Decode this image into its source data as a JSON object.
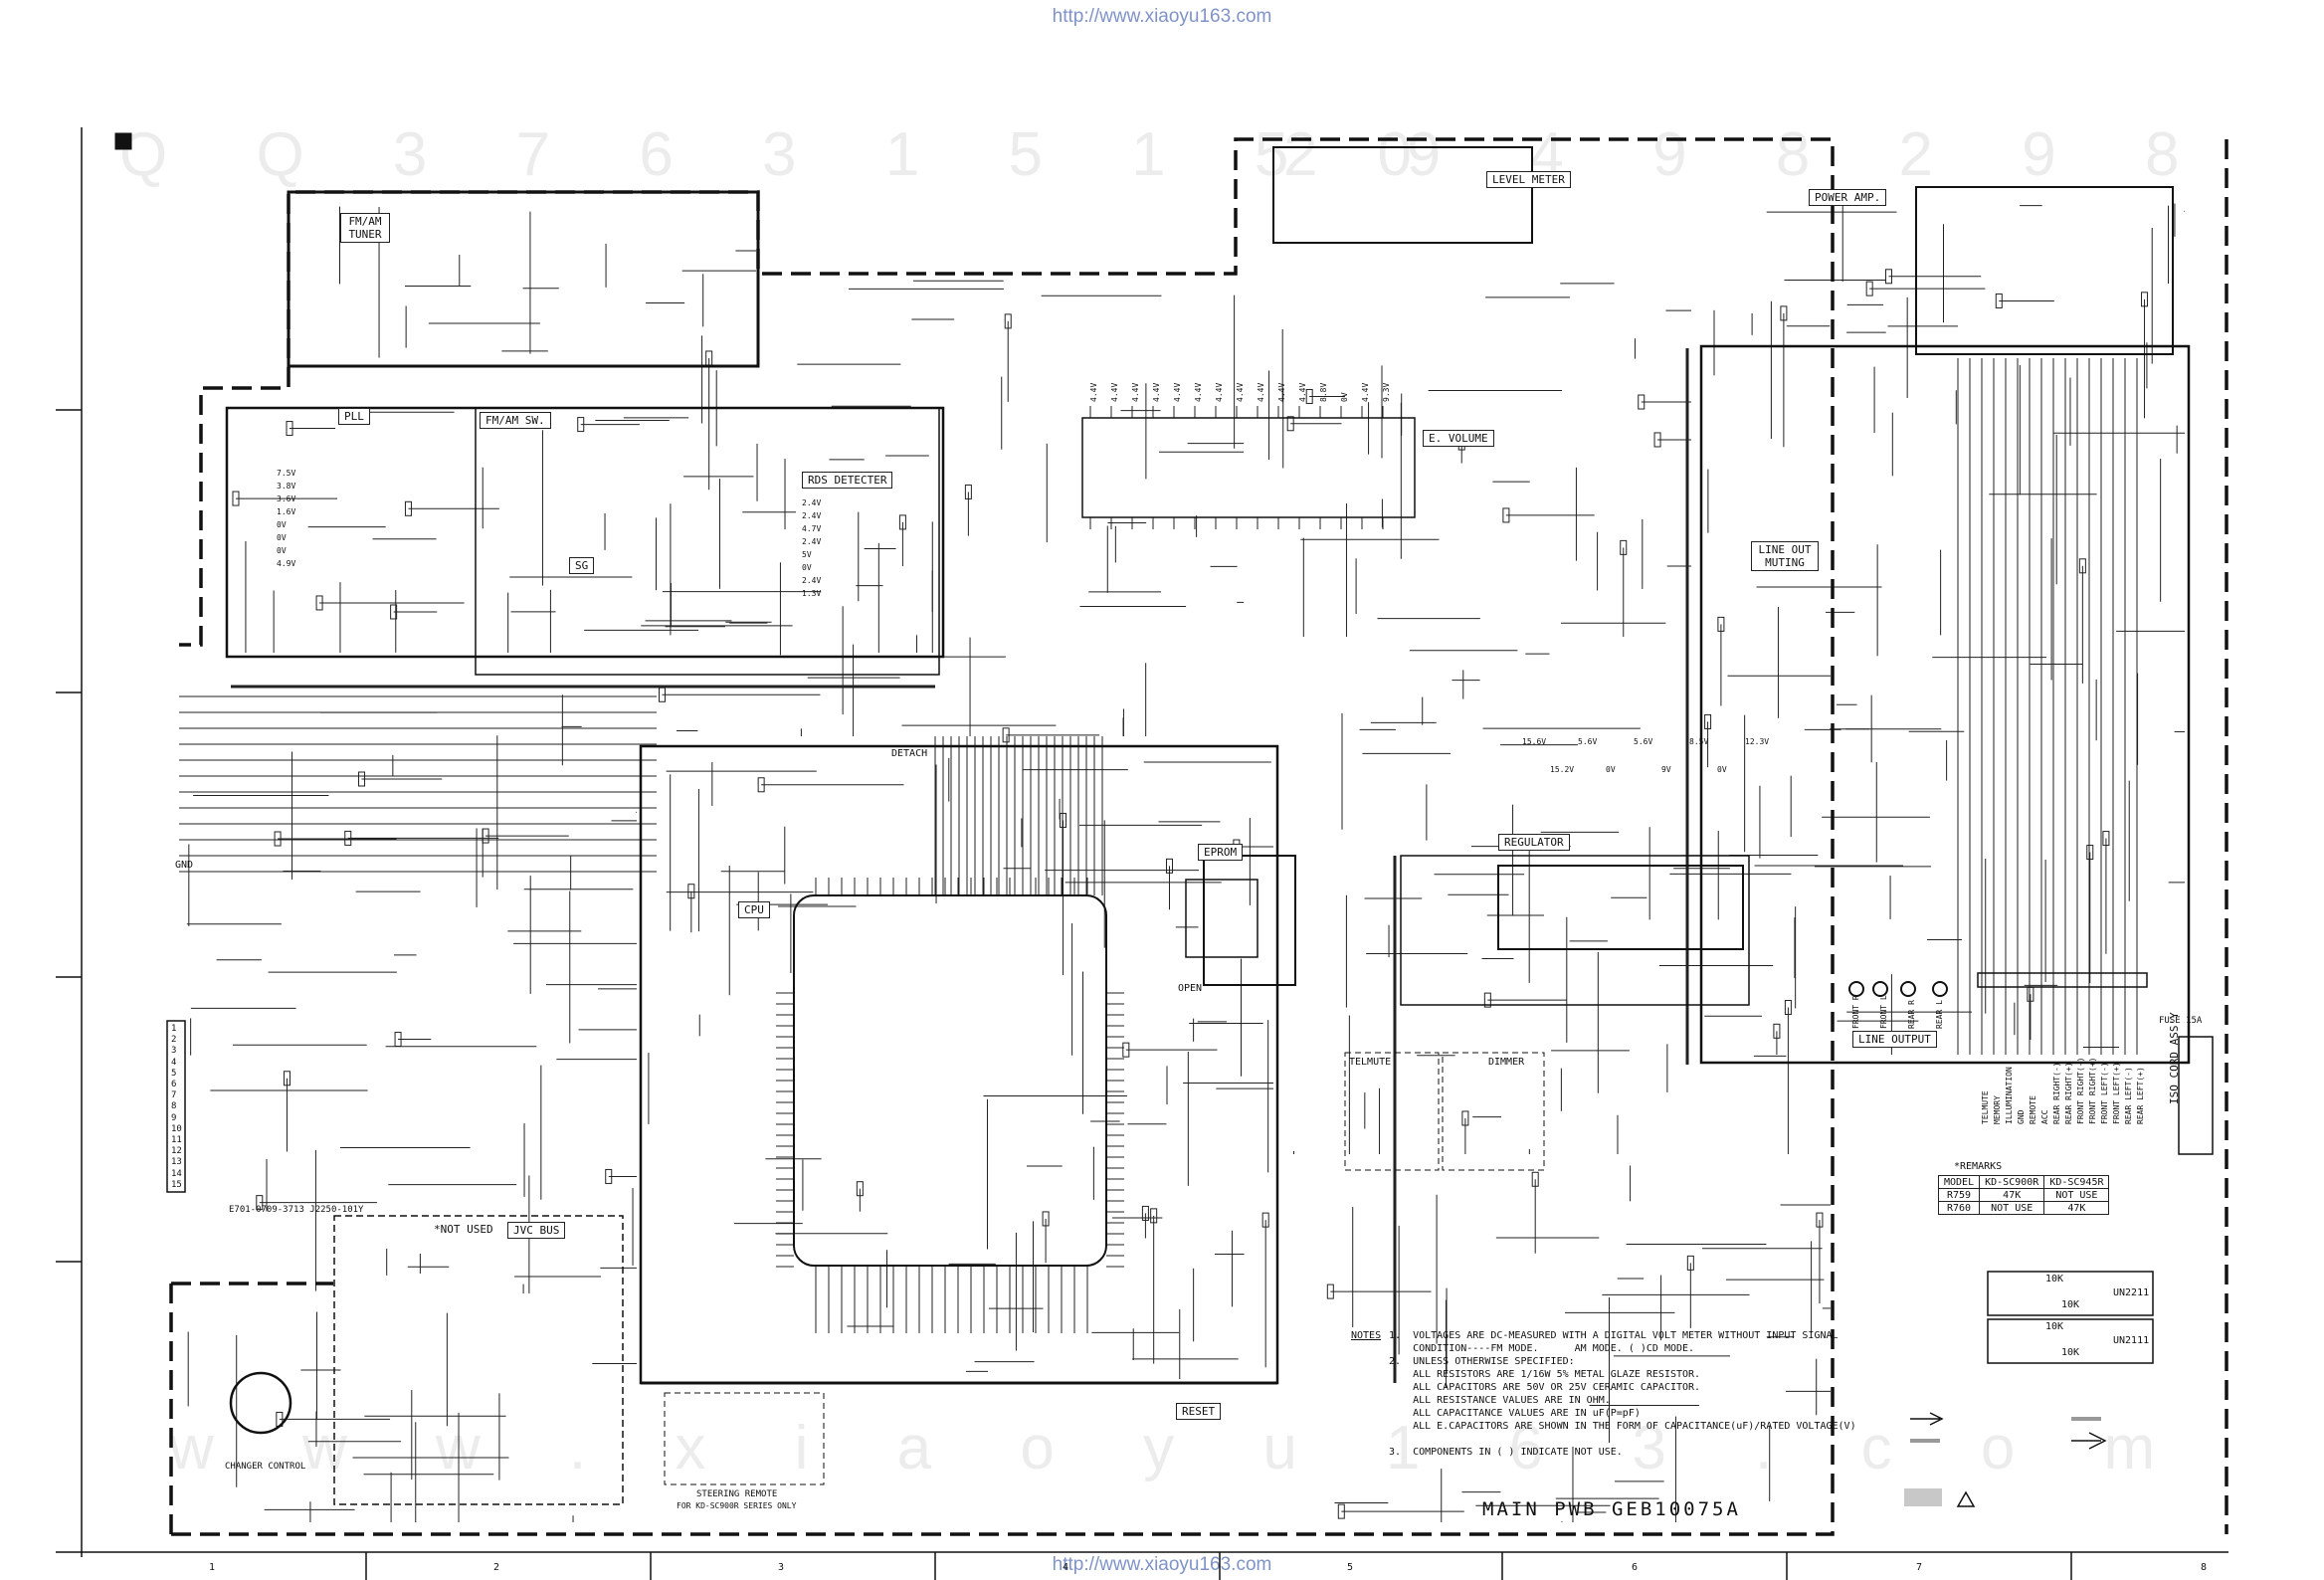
{
  "header": {
    "url_top": "http://www.xiaoyu163.com",
    "url_bottom": "http://www.xiaoyu163.com"
  },
  "watermark": {
    "line1": "Q Q 3 7 6 3 1 5 1 5 0",
    "line2": "2 9 4 9 8 2 9 8",
    "line3": "w w w . x i a o y u 1 6 3 . c o m"
  },
  "blocks": {
    "fm_am_tuner": "FM/AM TUNER",
    "pll": "PLL",
    "fm_am_sw": "FM/AM SW.",
    "sg": "SG",
    "rds_detecter": "RDS DETECTER",
    "level_meter": "LEVEL METER",
    "e_volume": "E. VOLUME",
    "power_amp": "POWER AMP.",
    "line_out_muting": "LINE OUT MUTING",
    "regulator": "REGULATOR",
    "cpu": "CPU",
    "eprom": "EPROM",
    "not_used": "*NOT USED",
    "jvc_bus": "JVC BUS",
    "reset": "RESET",
    "line_output": "LINE OUTPUT",
    "telmute": "TELMUTE",
    "dimmer": "DIMMER",
    "detach": "DETACH",
    "changer_control": "CHANGER CONTROL",
    "steering_remote": "STEERING REMOTE",
    "steering_remote_note": "FOR KD-SC900R SERIES ONLY",
    "iso_cord_ass": "ISO CORD ASS'Y",
    "fuse": "FUSE 15A",
    "gnd": "GND",
    "open": "OPEN",
    "part_number": "E701-0709-3713 J2250-101Y"
  },
  "pins": {
    "output": [
      "FRONT R",
      "FRONT L",
      "REAR R",
      "REAR L"
    ],
    "iso": [
      "TELMUTE",
      "MEMORY",
      "ILLUMINATION",
      "GND",
      "REMOTE",
      "ACC",
      "REAR RIGHT(-)",
      "REAR RIGHT(+)",
      "FRONT RIGHT(-)",
      "FRONT RIGHT(+)",
      "FRONT LEFT(-)",
      "FRONT LEFT(+)",
      "REAR LEFT(-)",
      "REAR LEFT(+)"
    ],
    "connector_numbers": [
      "1",
      "2",
      "3",
      "4",
      "5",
      "6",
      "7",
      "8",
      "9",
      "10",
      "11",
      "12",
      "13",
      "14",
      "15"
    ]
  },
  "voltages": {
    "pll": [
      "7.5V",
      "3.8V",
      "3.6V",
      "1.6V",
      "0V",
      "0V",
      "0V",
      "4.9V"
    ],
    "rds": [
      "2.4V",
      "2.4V",
      "4.7V",
      "2.4V",
      "5V",
      "0V",
      "2.4V",
      "1.3V"
    ],
    "evol_top": [
      "4.4V",
      "4.4V",
      "4.4V",
      "4.4V",
      "4.4V",
      "4.4V",
      "4.4V",
      "4.4V",
      "4.4V",
      "4.4V",
      "4.4V",
      "8.8V",
      "0V",
      "4.4V",
      "9.3V"
    ],
    "regulator": [
      "15.6V",
      "15.2V",
      "5.6V",
      "0V",
      "5.6V",
      "9V",
      "8.5V",
      "0V",
      "12.3V"
    ]
  },
  "remarks": {
    "title": "*REMARKS",
    "headers": [
      "MODEL",
      "KD-SC900R",
      "KD-SC945R"
    ],
    "rows": [
      [
        "R759",
        "47K",
        "NOT USE"
      ],
      [
        "R760",
        "NOT USE",
        "47K"
      ]
    ]
  },
  "transistors": [
    {
      "r1": "10K",
      "r2": "10K",
      "name": "UN2211"
    },
    {
      "r1": "10K",
      "r2": "10K",
      "name": "UN2111"
    }
  ],
  "notes": {
    "label": "NOTES",
    "lines": [
      "1.  VOLTAGES ARE DC-MEASURED WITH A DIGITAL VOLT METER WITHOUT INPUT SIGNAL",
      "    CONDITION----FM MODE.      AM MODE. ( )CD MODE.",
      "2.  UNLESS OTHERWISE SPECIFIED:",
      "    ALL RESISTORS ARE 1/16W 5% METAL GLAZE RESISTOR.",
      "    ALL CAPACITORS ARE 50V OR 25V CERAMIC CAPACITOR.",
      "    ALL RESISTANCE VALUES ARE IN OHM.",
      "    ALL CAPACITANCE VALUES ARE IN uF(P=pF)",
      "    ALL E.CAPACITORS ARE SHOWN IN THE FORM OF CAPACITANCE(uF)/RATED VOLTAGE(V)",
      "",
      "3.  COMPONENTS IN ( ) INDICATE NOT USE."
    ]
  },
  "title": "MAIN PWB GEB10075A",
  "ruler": {
    "columns": [
      "1",
      "2",
      "3",
      "4",
      "5",
      "6",
      "7",
      "8"
    ]
  }
}
